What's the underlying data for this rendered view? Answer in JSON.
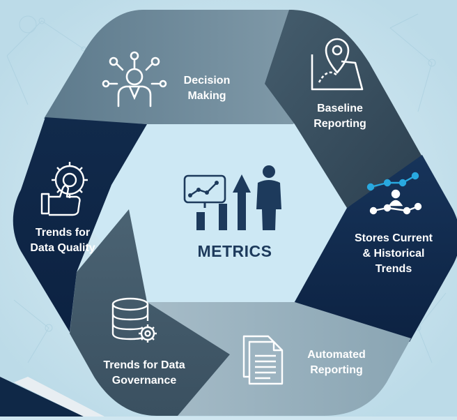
{
  "center": {
    "title": "METRICS"
  },
  "segments": [
    {
      "id": "decision-making",
      "lines": [
        "Decision",
        "Making"
      ],
      "icon": "person-ideas-icon"
    },
    {
      "id": "baseline-reporting",
      "lines": [
        "Baseline",
        "Reporting"
      ],
      "icon": "map-pin-icon"
    },
    {
      "id": "stores-trends",
      "lines": [
        "Stores Current",
        "& Historical",
        "Trends"
      ],
      "icon": "network-user-icon"
    },
    {
      "id": "automated-reporting",
      "lines": [
        "Automated",
        "Reporting"
      ],
      "icon": "documents-icon"
    },
    {
      "id": "data-governance",
      "lines": [
        "Trends for Data",
        "Governance"
      ],
      "icon": "database-gear-icon"
    },
    {
      "id": "data-quality",
      "lines": [
        "Trends for",
        "Data Quality"
      ],
      "icon": "thumbs-up-gear-icon"
    }
  ],
  "colors": {
    "background": "#cfe6f0",
    "hexagon_inner": "#cde8f4",
    "dark_navy": "#0f2847",
    "mid_slate": "#3c5262",
    "light_slate": "#7e97a5",
    "accent_blue": "#29a9e0",
    "center_text": "#1d3a5c"
  }
}
